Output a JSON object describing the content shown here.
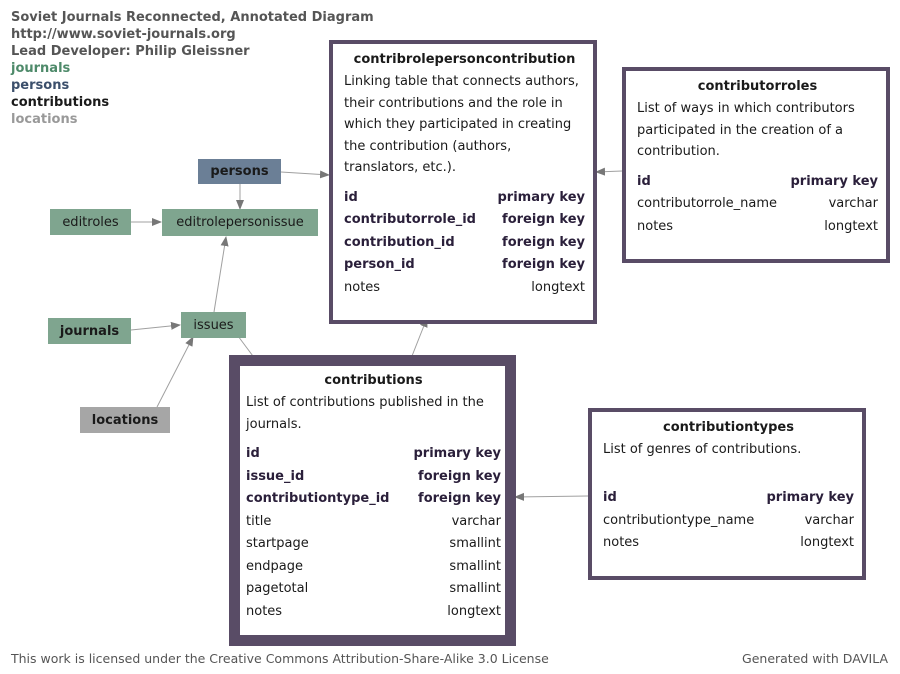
{
  "legend": {
    "title": "Soviet Journals Reconnected, Annotated Diagram",
    "url": "http://www.soviet-journals.org",
    "developer": "Lead Developer: Philip Gleissner",
    "groups": [
      {
        "label": "journals",
        "color": "#4e8a6a"
      },
      {
        "label": "persons",
        "color": "#3b4f6b"
      },
      {
        "label": "contributions",
        "color": "#1a1a1a"
      },
      {
        "label": "locations",
        "color": "#999999"
      }
    ]
  },
  "nodes": {
    "persons": {
      "label": "persons",
      "color": "#6b7f96"
    },
    "editroles": {
      "label": "editroles",
      "color": "#7fa58f"
    },
    "editrolepersonissue": {
      "label": "editrolepersonissue",
      "color": "#7fa58f"
    },
    "journals": {
      "label": "journals",
      "color": "#7fa58f"
    },
    "issues": {
      "label": "issues",
      "color": "#7fa58f"
    },
    "locations": {
      "label": "locations",
      "color": "#a6a6a6"
    }
  },
  "tables": {
    "contribrolepersoncontribution": {
      "name": "contribrolepersoncontribution",
      "desc": "Linking table that connects authors, their contributions and the role in which they participated in creating the contribution (authors, translators, etc.).",
      "columns": [
        {
          "name": "id",
          "type": "primary key",
          "key": true
        },
        {
          "name": "contributorrole_id",
          "type": "foreign key",
          "key": true
        },
        {
          "name": "contribution_id",
          "type": "foreign key",
          "key": true
        },
        {
          "name": "person_id",
          "type": "foreign key",
          "key": true
        },
        {
          "name": "notes",
          "type": "longtext",
          "key": false
        }
      ]
    },
    "contributorroles": {
      "name": "contributorroles",
      "desc": "List of ways in which contributors participated in the creation of a contribution.",
      "columns": [
        {
          "name": "id",
          "type": "primary key",
          "key": true
        },
        {
          "name": "contributorrole_name",
          "type": "varchar",
          "key": false
        },
        {
          "name": "notes",
          "type": "longtext",
          "key": false
        }
      ]
    },
    "contributions": {
      "name": "contributions",
      "desc": "List of contributions published in the journals.",
      "columns": [
        {
          "name": "id",
          "type": "primary key",
          "key": true
        },
        {
          "name": "issue_id",
          "type": "foreign key",
          "key": true
        },
        {
          "name": "contributiontype_id",
          "type": "foreign key",
          "key": true
        },
        {
          "name": "title",
          "type": "varchar",
          "key": false
        },
        {
          "name": "startpage",
          "type": "smallint",
          "key": false
        },
        {
          "name": "endpage",
          "type": "smallint",
          "key": false
        },
        {
          "name": "pagetotal",
          "type": "smallint",
          "key": false
        },
        {
          "name": "notes",
          "type": "longtext",
          "key": false
        }
      ]
    },
    "contributiontypes": {
      "name": "contributiontypes",
      "desc": "List of genres of contributions.",
      "columns": [
        {
          "name": "id",
          "type": "primary key",
          "key": true
        },
        {
          "name": "contributiontype_name",
          "type": "varchar",
          "key": false
        },
        {
          "name": "notes",
          "type": "longtext",
          "key": false
        }
      ]
    }
  },
  "colors": {
    "table_border": "#594c66",
    "edge": "#a0a0a0",
    "arrow": "#666666"
  },
  "footer": {
    "license": "This work is licensed under the Creative Commons Attribution-Share-Alike 3.0 License",
    "generator": "Generated with DAVILA"
  }
}
